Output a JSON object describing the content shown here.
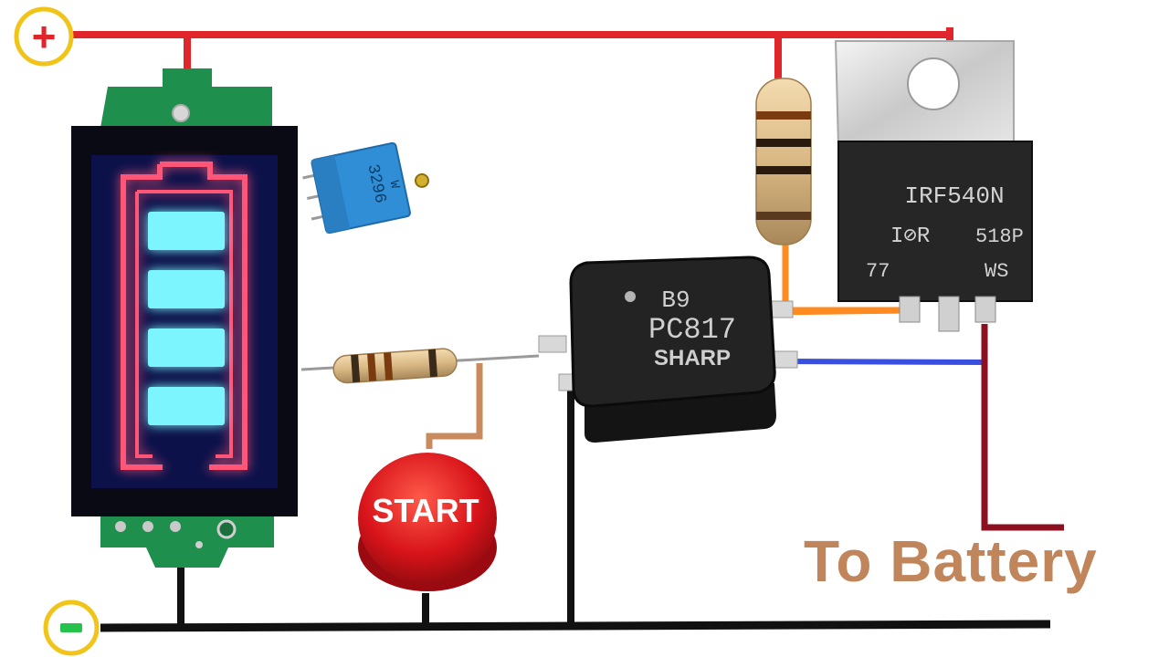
{
  "terminals": {
    "positive": {
      "symbol": "+",
      "color": "#e0262b",
      "ring_color": "#f0c419"
    },
    "negative": {
      "symbol": "-",
      "color": "#27c24c",
      "ring_color": "#f0c419"
    }
  },
  "wires": {
    "positive_color": "#e0262b",
    "negative_color": "#111111",
    "gate_color": "#ff8a1f",
    "source_color": "#3a4fe0",
    "battery_color": "#8b1020",
    "button_color": "#c98b5e"
  },
  "components": {
    "battery_indicator": {
      "name": "battery-level-indicator",
      "bars": 4,
      "level": 1.0,
      "bar_color": "#7df5ff",
      "frame_color": "#ff5577"
    },
    "trimmer": {
      "line1": "3296",
      "line2": "W"
    },
    "optocoupler": {
      "line1": "B9",
      "line2": "PC817",
      "line3": "SHARP"
    },
    "mosfet": {
      "line1": "IRF540N",
      "line2_left": "I⊘R",
      "line2_right": "518P",
      "line3_left": "77",
      "line3_right": "WS"
    },
    "start_button": {
      "label": "START",
      "color": "#e0262b"
    }
  },
  "caption": {
    "text": "To Battery",
    "color": "#c0855b"
  }
}
